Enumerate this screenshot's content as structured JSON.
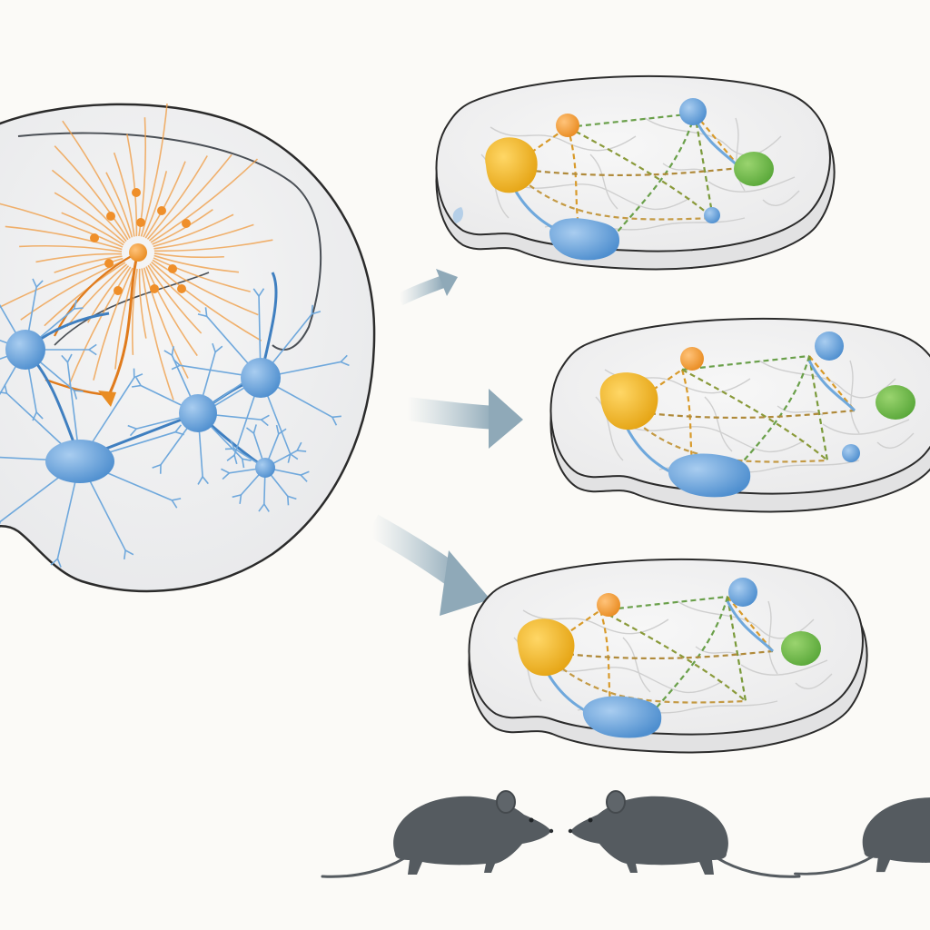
{
  "figure": {
    "colors": {
      "background": "#fbfaf7",
      "outline": "#2b2b2b",
      "brain_fill": "#f1f1f1",
      "vein": "#cfcfcf",
      "neuron_blue": "#6fa8dc",
      "neuron_blue_dark": "#3f7fc0",
      "neuron_orange": "#f0a04b",
      "neuron_orange_dark": "#e07b1c",
      "node_yellow": "#f2b51d",
      "node_green": "#6cbf47",
      "arrow": "#a9c0cc",
      "mouse": "#555b60"
    },
    "left_panel": {
      "content": "neuron-network",
      "cell_types": [
        "orange-neuron",
        "blue-neuron"
      ]
    },
    "arrows": {
      "count": 3,
      "direction": "left-to-right"
    },
    "brain_networks": {
      "count": 3,
      "node_types": [
        "yellow-node",
        "orange-node",
        "blue-node-small",
        "blue-node-large",
        "green-node",
        "blue-node-tiny"
      ]
    },
    "mice": {
      "count": 3
    }
  }
}
